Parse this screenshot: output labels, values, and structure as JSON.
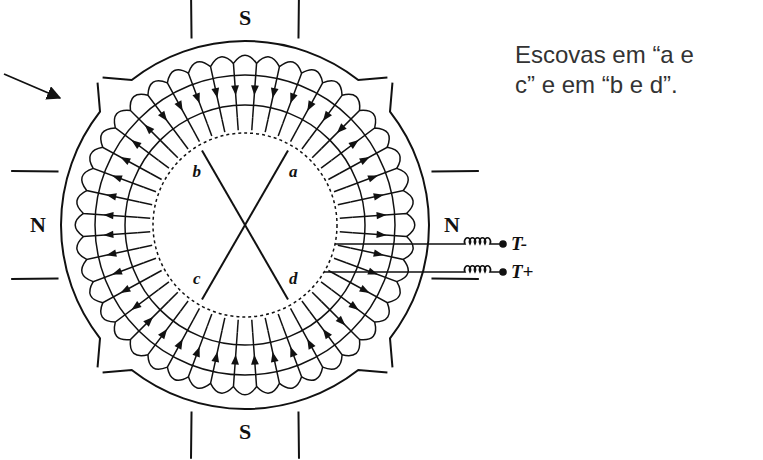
{
  "diagram": {
    "labels": [
      "S",
      "Escovas em “a e c” e em “b e d”.",
      "N",
      "b",
      "a",
      "N",
      "T-",
      "c",
      "d",
      "T+",
      "S"
    ]
  }
}
